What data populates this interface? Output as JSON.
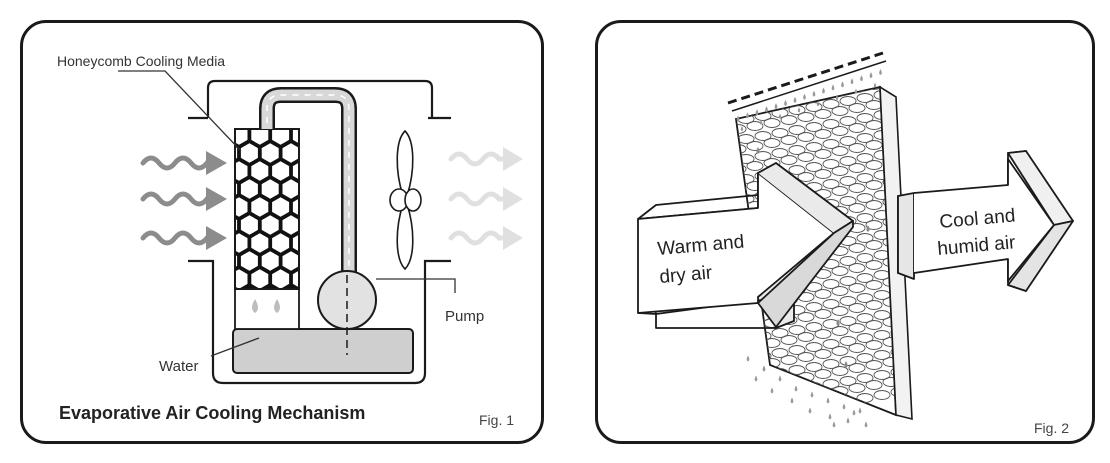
{
  "fig1": {
    "label_honeycomb": "Honeycomb Cooling Media",
    "label_pump": "Pump",
    "label_water": "Water",
    "caption": "Evaporative Air Cooling Mechanism",
    "fig_number": "Fig. 1"
  },
  "fig2": {
    "warm_line1": "Warm and",
    "warm_line2": "dry air",
    "cool_line1": "Cool and",
    "cool_line2": "humid air",
    "fig_number": "Fig. 2"
  },
  "colors": {
    "outline": "#1a1a1a",
    "water": "#cfcfcf",
    "arrow_in": "#8c8c8c",
    "arrow_out": "#e0e0e0",
    "drop": "#9a9a9a"
  }
}
